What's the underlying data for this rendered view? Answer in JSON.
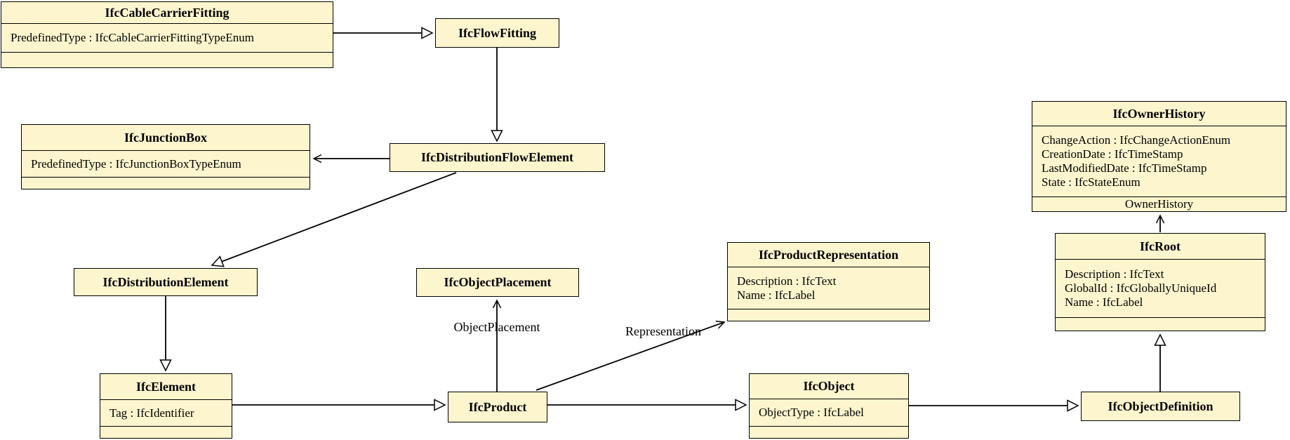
{
  "diagram": {
    "title": "IFC class diagram",
    "background_color": "#ffffff",
    "box_fill_color": "#FCF5CE",
    "line_color": "#000000",
    "classes": [
      {
        "name": "IfcCableCarrierFitting",
        "attributes": [
          "PredefinedType : IfcCableCarrierFittingTypeEnum"
        ]
      },
      {
        "name": "IfcFlowFitting",
        "attributes": []
      },
      {
        "name": "IfcJunctionBox",
        "attributes": [
          "PredefinedType : IfcJunctionBoxTypeEnum"
        ]
      },
      {
        "name": "IfcDistributionFlowElement",
        "attributes": []
      },
      {
        "name": "IfcOwnerHistory",
        "attributes": [
          "ChangeAction : IfcChangeActionEnum",
          "CreationDate : IfcTimeStamp",
          "LastModifiedDate : IfcTimeStamp",
          "State : IfcStateEnum"
        ],
        "footer": "OwnerHistory"
      },
      {
        "name": "IfcDistributionElement",
        "attributes": []
      },
      {
        "name": "IfcObjectPlacement",
        "attributes": []
      },
      {
        "name": "IfcProductRepresentation",
        "attributes": [
          "Description : IfcText",
          "Name : IfcLabel"
        ]
      },
      {
        "name": "IfcRoot",
        "attributes": [
          "Description : IfcText",
          "GlobalId : IfcGloballyUniqueId",
          "Name : IfcLabel"
        ]
      },
      {
        "name": "IfcElement",
        "attributes": [
          "Tag : IfcIdentifier"
        ]
      },
      {
        "name": "IfcProduct",
        "attributes": []
      },
      {
        "name": "IfcObject",
        "attributes": [
          "ObjectType : IfcLabel"
        ]
      },
      {
        "name": "IfcObjectDefinition",
        "attributes": []
      }
    ],
    "edge_labels": {
      "object_placement": "ObjectPlacement",
      "representation": "Representation"
    }
  }
}
